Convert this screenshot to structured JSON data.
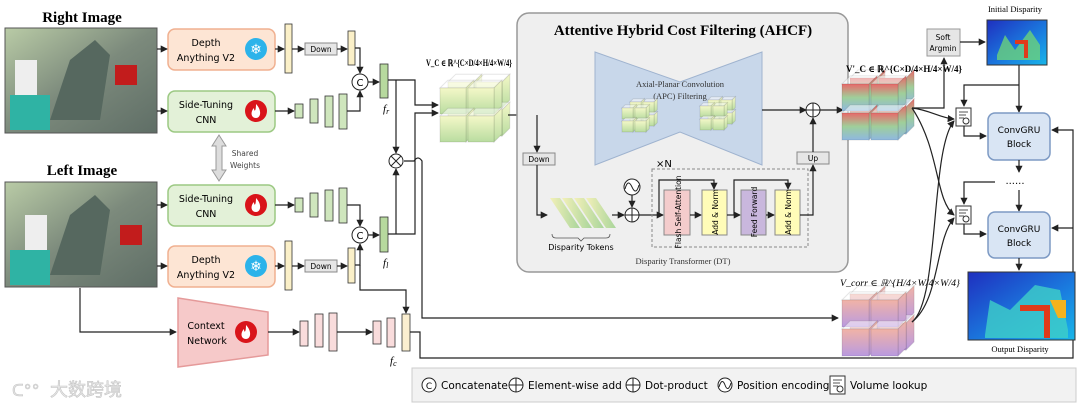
{
  "inputs": {
    "right_title": "Right Image",
    "left_title": "Left Image"
  },
  "encoders": {
    "depth_line1": "Depth",
    "depth_line2": "Anything V2",
    "side_line1": "Side-Tuning",
    "side_line2": "CNN",
    "shared_line1": "Shared",
    "shared_line2": "Weights",
    "context_line1": "Context",
    "context_line2": "Network",
    "down_label": "Down",
    "concat_symbol": "C",
    "f_r": "f",
    "f_r_sub": "r",
    "f_l": "f",
    "f_l_sub": "l",
    "f_c": "f",
    "f_c_sub": "c"
  },
  "volumes": {
    "vc_label": "V_C ∈ ℝ^{C×D/4×H/4×W/4}",
    "vc_prime_label": "V'_C ∈ ℝ^{C×D/4×H/4×W/4}",
    "vcorr_label": "V_corr ∈ ℝ^{H/4×W/4×W/4}"
  },
  "ahcf": {
    "title": "Attentive Hybrid Cost Filtering (AHCF)",
    "apc_line1": "Axial-Planar Convolution",
    "apc_line2": "(APC) Filtering",
    "down_label": "Down",
    "up_label": "Up",
    "tokens_label": "Disparity Tokens",
    "repeat_label": "×N",
    "flash_label": "Flash Self-Attention",
    "addnorm_label": "Add & Norm",
    "ff_label": "Feed Forward",
    "dt_label": "Disparity Transformer (DT)"
  },
  "refine": {
    "soft_line1": "Soft",
    "soft_line2": "Argmin",
    "initial_label": "Initial Disparity",
    "gru_line1": "ConvGRU",
    "gru_line2": "Block",
    "dots": "......",
    "output_label": "Output Disparity"
  },
  "legend": [
    {
      "icon": "concatenate-icon",
      "label": "Concatenate"
    },
    {
      "icon": "element-wise-add-icon",
      "label": "Element-wise add"
    },
    {
      "icon": "dot-product-icon",
      "label": "Dot-product"
    },
    {
      "icon": "position-encoding-icon",
      "label": "Position encoding"
    },
    {
      "icon": "volume-lookup-icon",
      "label": "Volume lookup"
    }
  ],
  "watermark": "大数跨境",
  "colors": {
    "depth_fill": "#fde5d4",
    "cnn_fill": "#e3f1d8",
    "context_fill": "#f6c9c9",
    "panel": "#efefef",
    "gru_fill": "#d9e5f4",
    "apc_fill": "#c8d7ea"
  }
}
